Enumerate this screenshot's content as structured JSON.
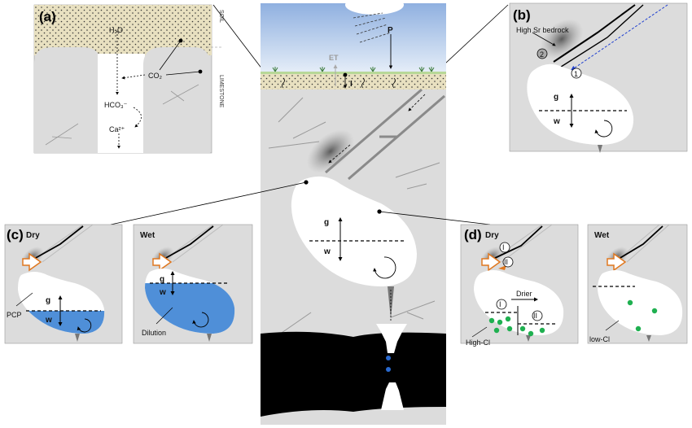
{
  "panels": {
    "a": {
      "label": "(a)",
      "side_soil": "SOIL",
      "side_limestone": "LIMESTONE",
      "species": [
        "H₂O",
        "CO₂",
        "HCO₃⁻",
        "Ca²⁺"
      ]
    },
    "center": {
      "et": "ET",
      "p": "P",
      "i": "I",
      "g": "g",
      "w": "w"
    },
    "b": {
      "label": "(b)",
      "bedrock": "High Sr bedrock",
      "path1": "1",
      "path2": "2",
      "g": "g",
      "w": "w"
    },
    "c": {
      "label": "(c)",
      "dry": "Dry",
      "wet": "Wet",
      "pcp": "PCP",
      "dilution": "Dilution",
      "g": "g",
      "w": "w"
    },
    "d": {
      "label": "(d)",
      "dry": "Dry",
      "wet": "Wet",
      "path1": "I",
      "path2": "II",
      "drier": "Drier",
      "high_cl": "High-Cl",
      "low_cl": "low-Cl"
    }
  },
  "colors": {
    "rock": "#dcdcdc",
    "soil": "#e8e0c0",
    "sky_top": "#8fb0e0",
    "water": "#4f8fd8",
    "cave": "#000000",
    "arrow_orange": "#e07820",
    "green": "#1fb050",
    "blue_dash": "#2040d0"
  }
}
